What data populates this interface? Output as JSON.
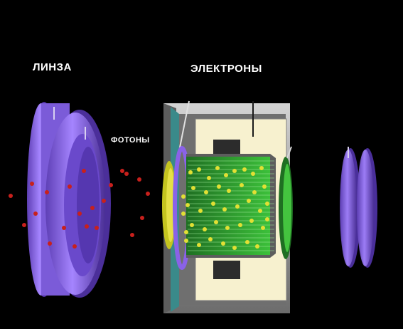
{
  "labels": {
    "lens": "ЛИНЗА",
    "electrons": "ЭЛЕКТРОНЫ",
    "photons": "ФОТОНЫ"
  },
  "colors": {
    "background": "#000000",
    "lens": "#8a62e8",
    "photon": "#c8201c",
    "electron": "#e2e034",
    "channel_plate": "#3fb83a",
    "housing": "#a9a9a9",
    "housing_interior": "#f7f1cf",
    "photocathode": "#cfcf2a",
    "output_beams": "#2fdc2f"
  }
}
